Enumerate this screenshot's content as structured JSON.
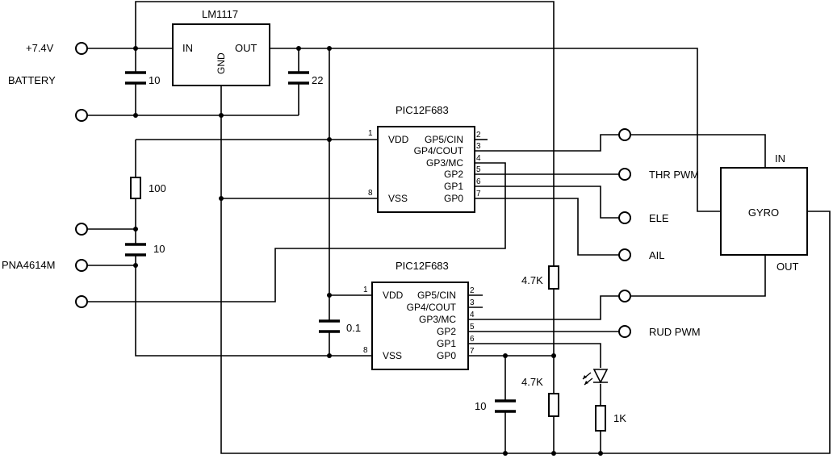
{
  "regulator": {
    "part": "LM1117",
    "in": "IN",
    "gnd": "GND",
    "out": "OUT"
  },
  "input": {
    "voltage": "+7.4V",
    "source": "BATTERY"
  },
  "cap_input": "10",
  "cap_output": "22",
  "mcu_top": {
    "part": "PIC12F683",
    "left_pins": [
      {
        "num": "1",
        "name": "VDD"
      },
      {
        "num": "8",
        "name": "VSS"
      }
    ],
    "right_pins": [
      {
        "num": "2",
        "name": "GP5/CIN"
      },
      {
        "num": "3",
        "name": "GP4/COUT"
      },
      {
        "num": "4",
        "name": "GP3/MC"
      },
      {
        "num": "5",
        "name": "GP2"
      },
      {
        "num": "6",
        "name": "GP1"
      },
      {
        "num": "7",
        "name": "GP0"
      }
    ]
  },
  "mcu_bottom": {
    "part": "PIC12F683",
    "left_pins": [
      {
        "num": "1",
        "name": "VDD"
      },
      {
        "num": "8",
        "name": "VSS"
      }
    ],
    "right_pins": [
      {
        "num": "2",
        "name": "GP5/CIN"
      },
      {
        "num": "3",
        "name": "GP4/COUT"
      },
      {
        "num": "4",
        "name": "GP3/MC"
      },
      {
        "num": "5",
        "name": "GP2"
      },
      {
        "num": "6",
        "name": "GP1"
      },
      {
        "num": "7",
        "name": "GP0"
      }
    ]
  },
  "receiver": {
    "part": "PNA4614M",
    "resistor": "100",
    "cap": "10"
  },
  "cap_decoupling": "0.1",
  "cap_gp0": "10",
  "pullup_top": "4.7K",
  "pullup_bottom": "4.7K",
  "led_resistor": "1K",
  "outputs": {
    "thr": "THR PWM",
    "ele": "ELE",
    "ail": "AIL",
    "rud": "RUD PWM"
  },
  "gyro": {
    "label": "GYRO",
    "in": "IN",
    "out": "OUT"
  }
}
